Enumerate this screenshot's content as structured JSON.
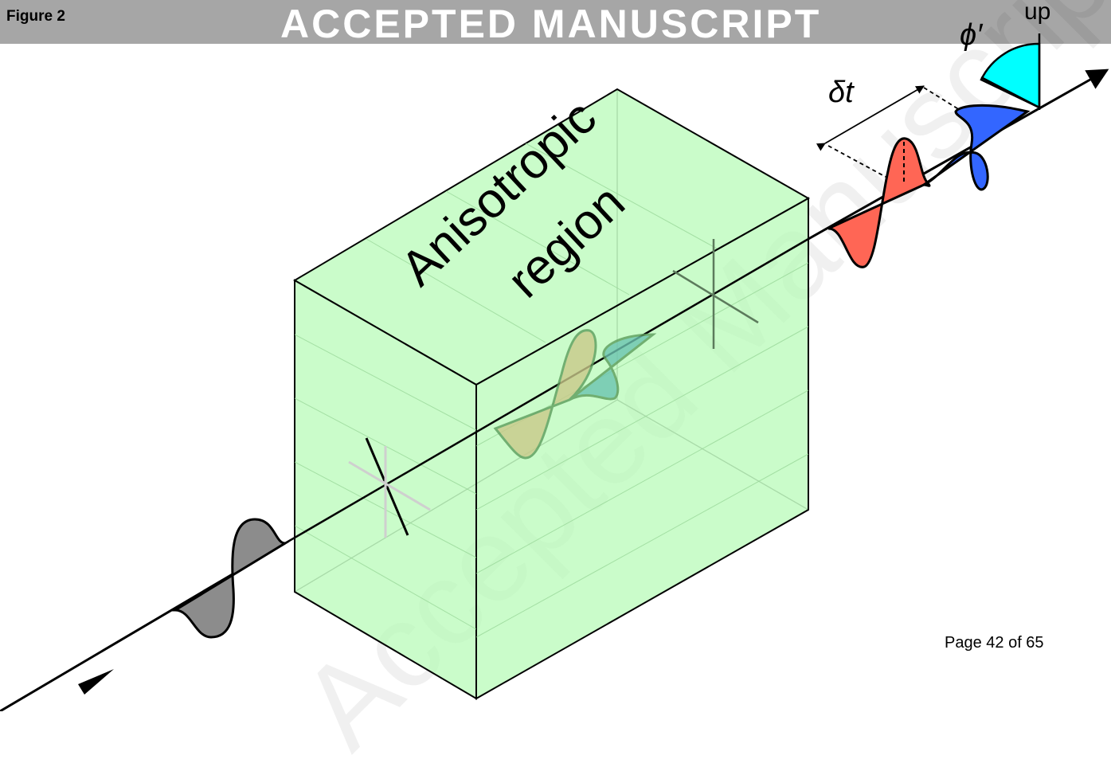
{
  "header": {
    "figure_label": "Figure 2",
    "banner": "ACCEPTED MANUSCRIPT"
  },
  "watermark": "Accepted Manuscript",
  "diagram": {
    "region_label_line1": "Anisotropic",
    "region_label_line2": "region",
    "delay_label": "δt",
    "angle_label": "ϕ′",
    "up_label": "up"
  },
  "footer": {
    "page": "Page 42 of 65"
  },
  "colors": {
    "region_fill": "#b8fbb8",
    "region_edge": "#000000",
    "fast_wave": "#ff6655",
    "slow_wave": "#3366ff",
    "angle_sector": "#00ffff",
    "incoming_wave": "#8c8c8c",
    "banner": "#a6a6a6"
  }
}
